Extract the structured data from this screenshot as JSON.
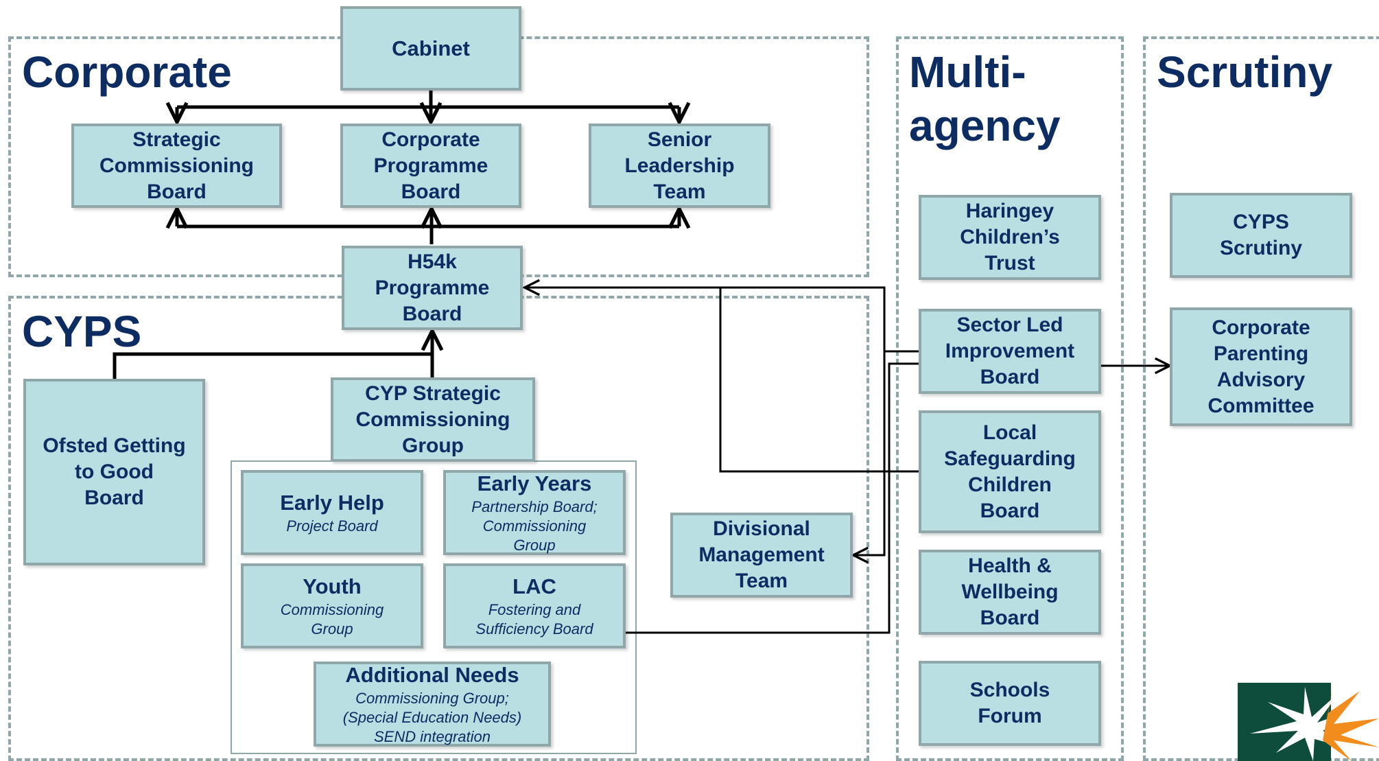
{
  "regions": {
    "corporate": {
      "title": "Corporate"
    },
    "cyps": {
      "title": "CYPS"
    },
    "multi_agency": {
      "title": "Multi-\nagency"
    },
    "scrutiny": {
      "title": "Scrutiny"
    }
  },
  "boxes": {
    "cabinet": {
      "title": "Cabinet"
    },
    "strategic_commissioning_board": {
      "title": "Strategic\nCommissioning\nBoard"
    },
    "corporate_programme_board": {
      "title": "Corporate\nProgramme\nBoard"
    },
    "senior_leadership_team": {
      "title": "Senior\nLeadership\nTeam"
    },
    "h54k_programme_board": {
      "title": "H54k\nProgramme\nBoard"
    },
    "ofsted_board": {
      "title": "Ofsted Getting\nto Good\nBoard"
    },
    "cyp_strategic_commissioning_group": {
      "title": "CYP Strategic\nCommissioning\nGroup"
    },
    "early_help": {
      "title": "Early Help",
      "sub": "Project Board"
    },
    "early_years": {
      "title": "Early Years",
      "sub": "Partnership Board;\nCommissioning\nGroup"
    },
    "youth": {
      "title": "Youth",
      "sub": "Commissioning\nGroup"
    },
    "lac": {
      "title": "LAC",
      "sub": "Fostering and\nSufficiency Board"
    },
    "additional_needs": {
      "title": "Additional Needs",
      "sub": "Commissioning Group;\n(Special Education Needs)\nSEND integration"
    },
    "divisional_management_team": {
      "title": "Divisional\nManagement\nTeam"
    },
    "haringey_childrens_trust": {
      "title": "Haringey\nChildren’s\nTrust"
    },
    "sector_led_improvement_board": {
      "title": "Sector Led\nImprovement\nBoard"
    },
    "local_safeguarding_children_board": {
      "title": "Local\nSafeguarding\nChildren\nBoard"
    },
    "health_wellbeing_board": {
      "title": "Health &\nWellbeing\nBoard"
    },
    "schools_forum": {
      "title": "Schools\nForum"
    },
    "cyps_scrutiny": {
      "title": "CYPS\nScrutiny"
    },
    "corporate_parenting_advisory_committee": {
      "title": "Corporate\nParenting\nAdvisory\nCommittee"
    }
  },
  "colors": {
    "box_fill": "#b9dfe2",
    "box_border": "#8fa7a8",
    "text": "#0d2d62",
    "logo_green": "#0e4d3b",
    "logo_orange": "#f28c1c"
  }
}
